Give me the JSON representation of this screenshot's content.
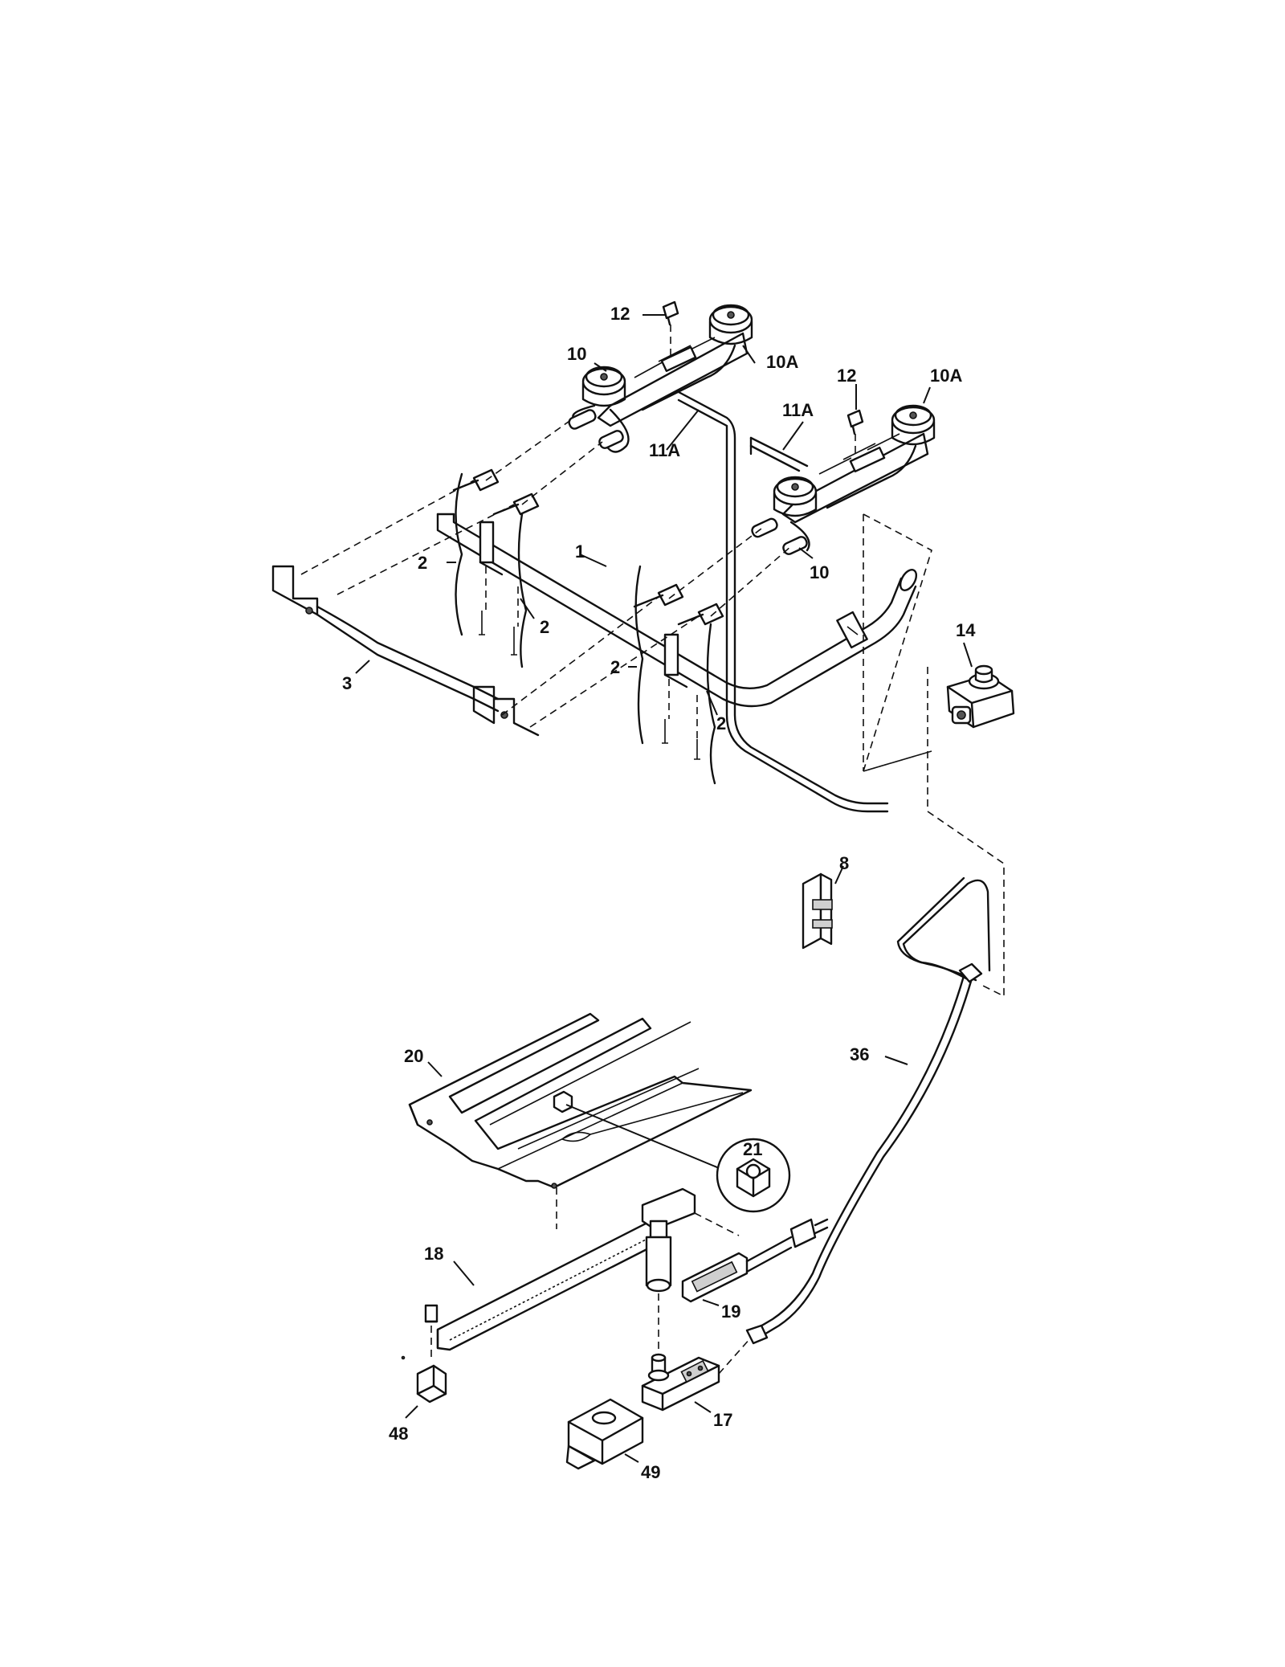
{
  "diagram": {
    "callouts": [
      {
        "id": "c-1",
        "text": "1"
      },
      {
        "id": "c-2a",
        "text": "2"
      },
      {
        "id": "c-2b",
        "text": "2"
      },
      {
        "id": "c-2c",
        "text": "2"
      },
      {
        "id": "c-2d",
        "text": "2"
      },
      {
        "id": "c-3",
        "text": "3"
      },
      {
        "id": "c-8",
        "text": "8"
      },
      {
        "id": "c-10a",
        "text": "10"
      },
      {
        "id": "c-10b",
        "text": "10"
      },
      {
        "id": "c-10A-a",
        "text": "10A"
      },
      {
        "id": "c-10A-b",
        "text": "10A"
      },
      {
        "id": "c-11A-a",
        "text": "11A"
      },
      {
        "id": "c-11A-b",
        "text": "11A"
      },
      {
        "id": "c-12a",
        "text": "12"
      },
      {
        "id": "c-12b",
        "text": "12"
      },
      {
        "id": "c-14",
        "text": "14"
      },
      {
        "id": "c-17",
        "text": "17"
      },
      {
        "id": "c-18",
        "text": "18"
      },
      {
        "id": "c-19",
        "text": "19"
      },
      {
        "id": "c-20",
        "text": "20"
      },
      {
        "id": "c-21",
        "text": "21"
      },
      {
        "id": "c-36",
        "text": "36"
      },
      {
        "id": "c-48",
        "text": "48"
      },
      {
        "id": "c-49",
        "text": "49"
      }
    ]
  }
}
